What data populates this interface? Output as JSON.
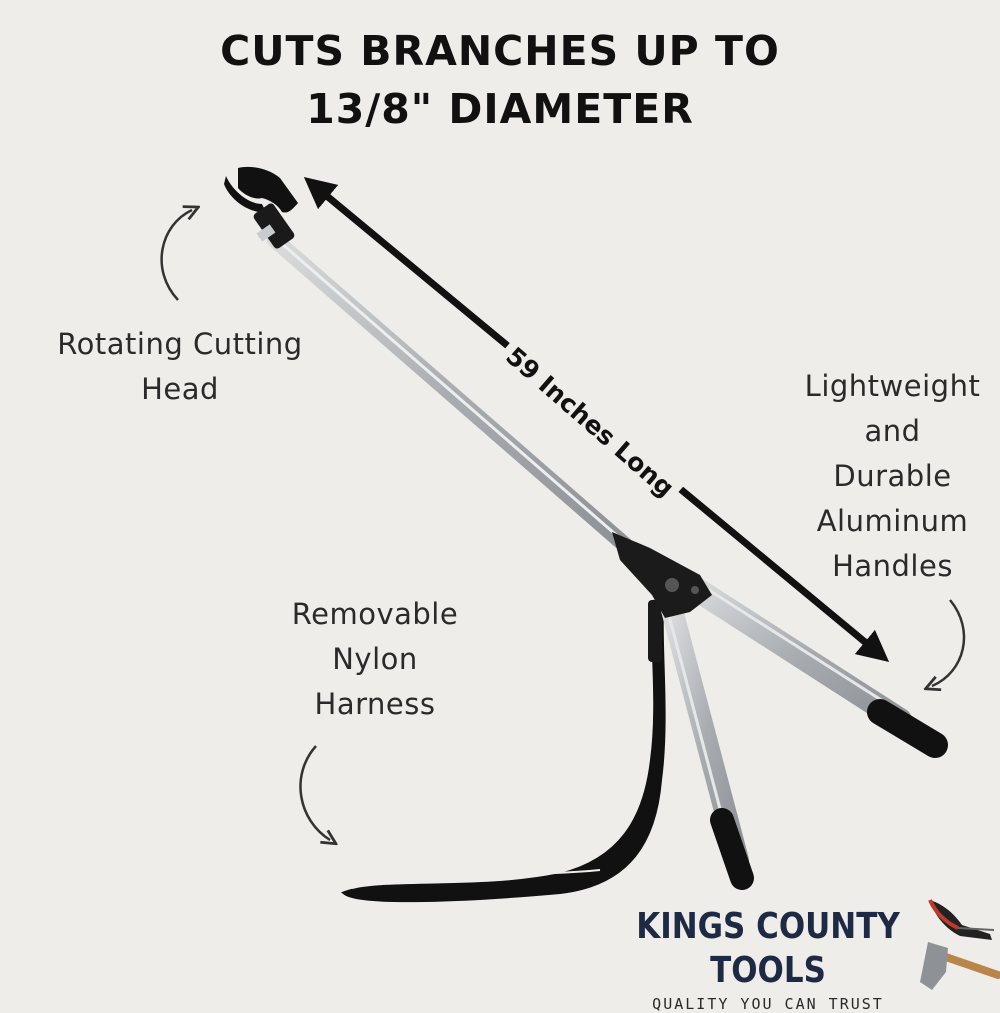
{
  "headline": {
    "line1": "CUTS BRANCHES UP TO",
    "line2": "13/8\" DIAMETER"
  },
  "dimension": {
    "label": "59 Inches Long"
  },
  "callouts": {
    "cutting_head": {
      "line1": "Rotating Cutting",
      "line2": "Head"
    },
    "handles": {
      "line1": "Lightweight",
      "line2": "and",
      "line3": "Durable",
      "line4": "Aluminum",
      "line5": "Handles"
    },
    "harness": {
      "line1": "Removable",
      "line2": "Nylon",
      "line3": "Harness"
    }
  },
  "brand": {
    "name": "KINGS COUNTY TOOLS",
    "tagline": "QUALITY YOU CAN TRUST"
  },
  "icons": [
    "curved-arrow-icon",
    "double-arrow-icon",
    "pruner-icon",
    "hatchet-icon"
  ],
  "colors": {
    "background": "#efedea",
    "text": "#222222",
    "brand": "#1e2a44",
    "tool_metal": "#b9bcbf",
    "tool_black": "#111111"
  }
}
